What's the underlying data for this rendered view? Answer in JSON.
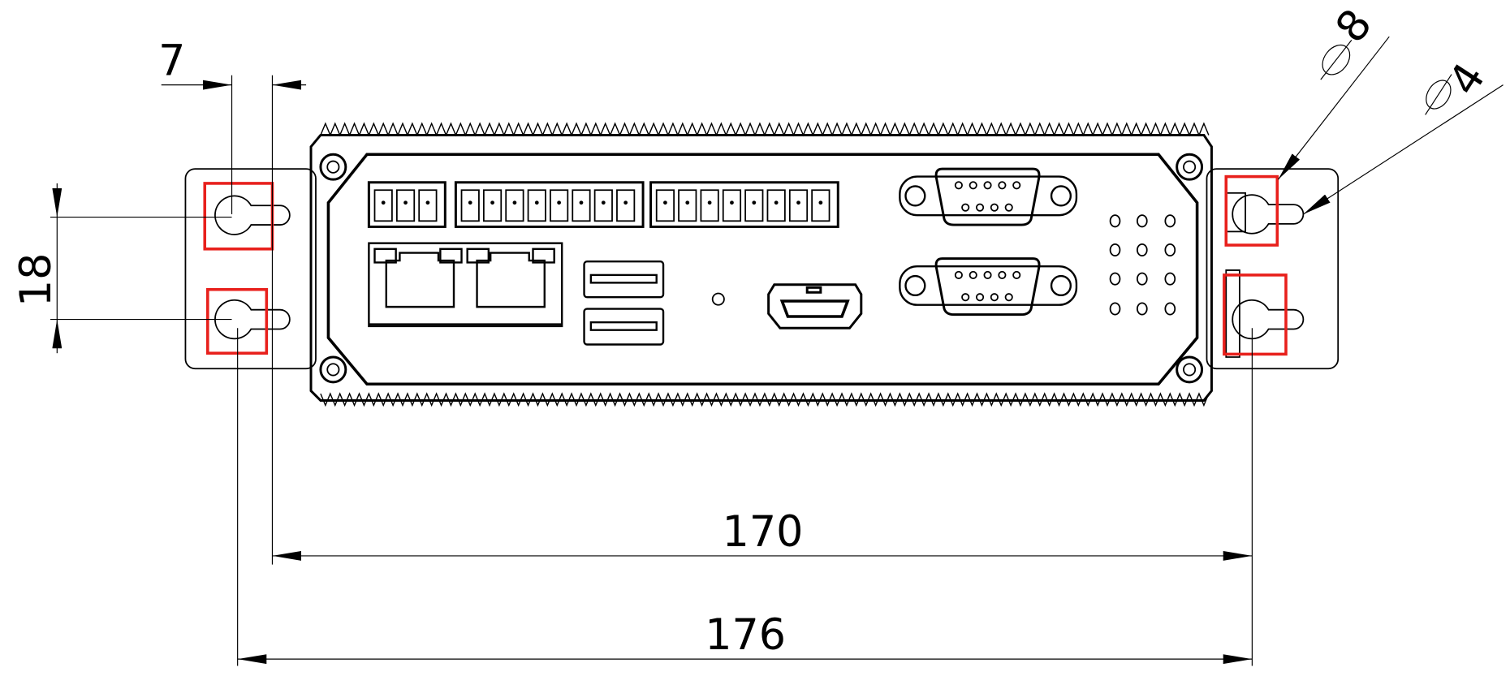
{
  "drawing": {
    "dimensions": {
      "slot_width": "7",
      "hole_spacing_vertical": "18",
      "inner_hole_span": "170",
      "outer_hole_span": "176",
      "large_diameter": "8",
      "small_diameter": "4"
    },
    "highlight_color": "#e8201c",
    "line_color": "#000000",
    "terminal_blocks": [
      3,
      8,
      8
    ],
    "rj45_ports": 2,
    "usb_ports": 2,
    "db9_ports": 2,
    "led_grid": {
      "cols": 3,
      "rows": 4
    }
  }
}
